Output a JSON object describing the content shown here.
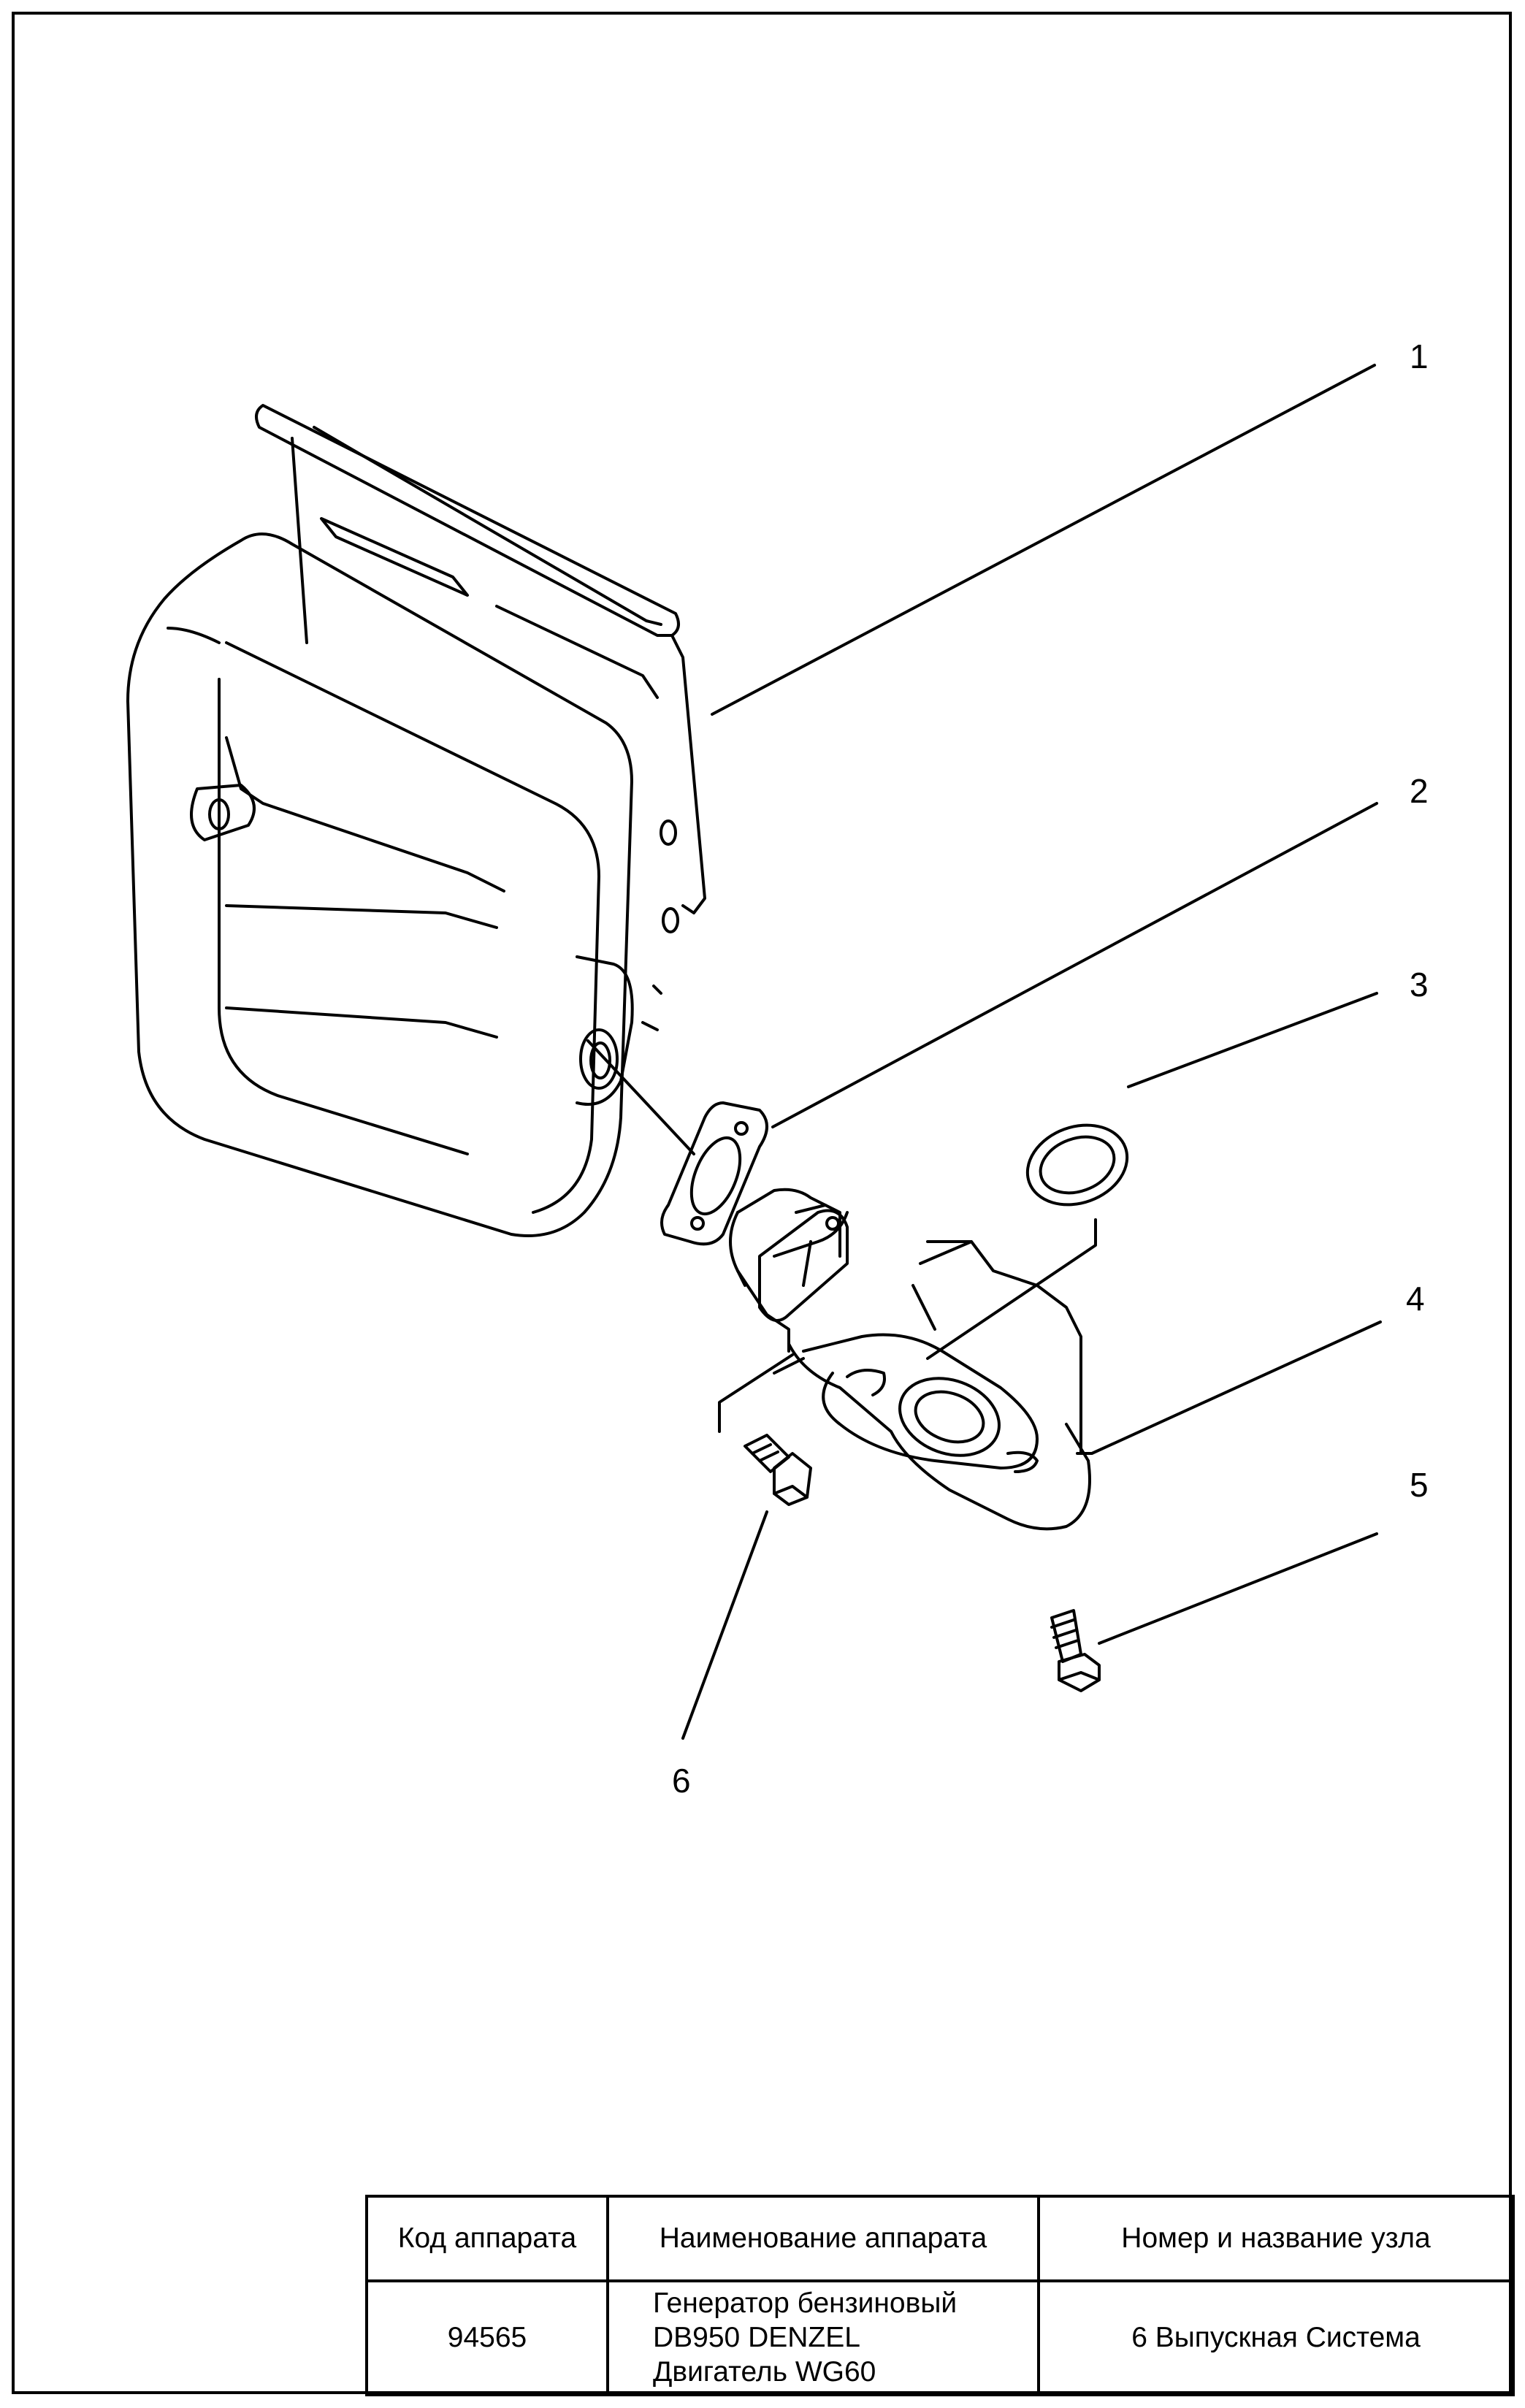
{
  "callouts": [
    {
      "id": "1",
      "label": "1"
    },
    {
      "id": "2",
      "label": "2"
    },
    {
      "id": "3",
      "label": "3"
    },
    {
      "id": "4",
      "label": "4"
    },
    {
      "id": "5",
      "label": "5"
    },
    {
      "id": "6",
      "label": "6"
    }
  ],
  "title_block": {
    "headers": {
      "code": "Код аппарата",
      "name": "Наименование аппарата",
      "unit": "Номер и название узла"
    },
    "values": {
      "code": "94565",
      "name_lines": [
        "Генератор бензиновый",
        "DB950 DENZEL",
        "Двигатель WG60"
      ],
      "unit": "6 Выпускная Система"
    }
  }
}
